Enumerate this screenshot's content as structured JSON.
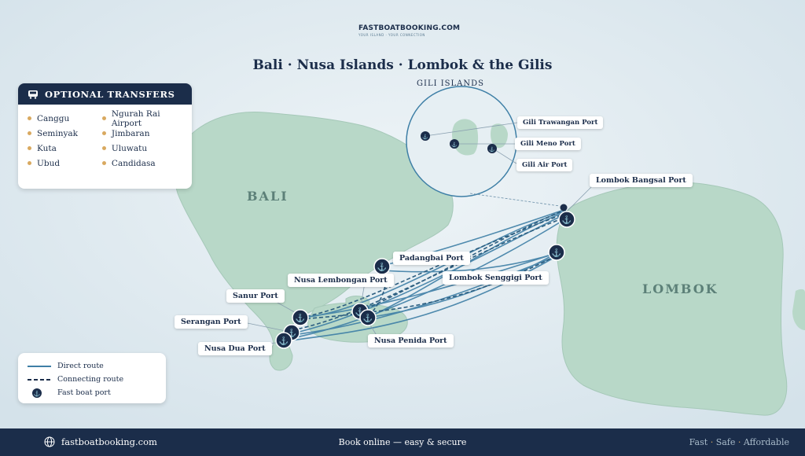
{
  "logo": {
    "name": "FASTBOATBOOKING.COM",
    "tagline": "YOUR ISLAND · YOUR CONNECTION"
  },
  "title": "Bali · Nusa Islands · Lombok & the Gilis",
  "transfers": {
    "heading": "OPTIONAL TRANSFERS",
    "col1": [
      "Canggu",
      "Seminyak",
      "Kuta",
      "Ubud"
    ],
    "col2": [
      "Ngurah Rai Airport",
      "Jimbaran",
      "Uluwatu",
      "Candidasa"
    ]
  },
  "islands": {
    "bali": "BALI",
    "lombok": "LOMBOK",
    "gili": "GILI ISLANDS"
  },
  "ports": {
    "gili_trawangan": "Gili Trawangan Port",
    "gili_meno": "Gili Meno Port",
    "gili_air": "Gili Air Port",
    "lombok_bangsal": "Lombok Bangsal Port",
    "padangbai": "Padangbai Port",
    "lombok_senggigi": "Lombok Senggigi Port",
    "nusa_lembongan": "Nusa Lembongan Port",
    "sanur": "Sanur Port",
    "serangan": "Serangan Port",
    "nusa_dua": "Nusa Dua Port",
    "nusa_penida": "Nusa Penida Port"
  },
  "legend": {
    "direct": "Direct route",
    "connecting": "Connecting route",
    "port": "Fast boat port"
  },
  "footer": {
    "site": "fastboatbooking.com",
    "tagline": "Book online — easy & secure",
    "fast": "Fast",
    "safe": "Safe",
    "affordable": "Affordable"
  },
  "colors": {
    "navy": "#1b2d4a",
    "land": "#b8d8c8",
    "sea": "#dde8ee",
    "route": "#3e7fa6",
    "accent": "#d9a960"
  }
}
